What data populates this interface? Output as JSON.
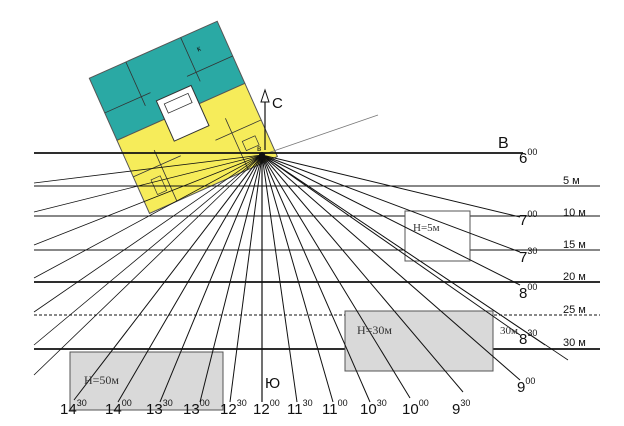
{
  "compass": {
    "north": "С",
    "east": "В",
    "south": "Ю",
    "center": "в"
  },
  "distance_lines": [
    {
      "label": "5 м"
    },
    {
      "label": "10 м"
    },
    {
      "label": "15 м"
    },
    {
      "label": "20 м"
    },
    {
      "label": "25 м"
    },
    {
      "label": "30 м"
    }
  ],
  "hour_labels": [
    {
      "h": "6",
      "m": "00"
    },
    {
      "h": "7",
      "m": "00"
    },
    {
      "h": "7",
      "m": "30"
    },
    {
      "h": "8",
      "m": "00"
    },
    {
      "h": "8",
      "m": "30"
    },
    {
      "h": "9",
      "m": "00"
    },
    {
      "h": "9",
      "m": "30"
    },
    {
      "h": "10",
      "m": "00"
    },
    {
      "h": "10",
      "m": "30"
    },
    {
      "h": "11",
      "m": "00"
    },
    {
      "h": "11",
      "m": "30"
    },
    {
      "h": "12",
      "m": "00"
    },
    {
      "h": "12",
      "m": "30"
    },
    {
      "h": "13",
      "m": "00"
    },
    {
      "h": "13",
      "m": "30"
    },
    {
      "h": "14",
      "m": "00"
    },
    {
      "h": "14",
      "m": "30"
    }
  ],
  "boxes": [
    {
      "label": "Н=5м"
    },
    {
      "label": "Н=30м"
    },
    {
      "label": "Н=50м"
    }
  ],
  "stray_label": "30м",
  "plan_room_marker": "к",
  "colors": {
    "teal": "#2aa9a4",
    "yellow": "#f6ec5a",
    "box_fill": "#d9d9d9",
    "line": "#111111"
  }
}
